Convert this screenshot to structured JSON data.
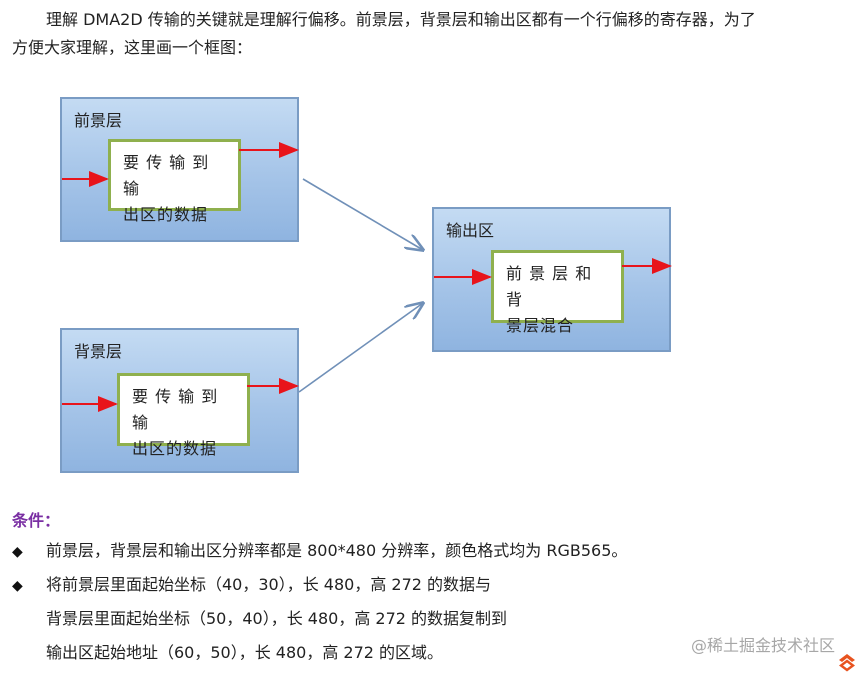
{
  "intro": {
    "line1": "理解 DMA2D 传输的关键就是理解行偏移。前景层，背景层和输出区都有一个行偏移的寄存器，为了",
    "line2": "方便大家理解，这里画一个框图："
  },
  "diagram": {
    "foreground": {
      "title": "前景层",
      "box_line1": "要 传 输 到 输",
      "box_line2": "出区的数据"
    },
    "background": {
      "title": "背景层",
      "box_line1": "要 传 输 到 输",
      "box_line2": "出区的数据"
    },
    "output": {
      "title": "输出区",
      "box_line1": "前 景 层 和 背",
      "box_line2": "景层混合"
    },
    "colors": {
      "red_arrow": "#e8141b",
      "blue_arrow": "#7090b8",
      "layer_border": "#7a9cc4",
      "inner_border": "#8fb04e"
    }
  },
  "conditions": {
    "title": "条件：",
    "bullet_glyph": "◆",
    "items": [
      {
        "line1": "前景层，背景层和输出区分辨率都是 800*480 分辨率，颜色格式均为 RGB565。"
      },
      {
        "line1": "将前景层里面起始坐标（40，30），长 480，高 272 的数据与",
        "line2": "背景层里面起始坐标（50，40），长 480，高 272 的数据复制到",
        "line3": "输出区起始地址（60，50），长 480，高 272 的区域。"
      }
    ]
  },
  "watermark": {
    "text": "@稀土掘金技术社区",
    "logo_icon": "juejin-logo-icon"
  }
}
